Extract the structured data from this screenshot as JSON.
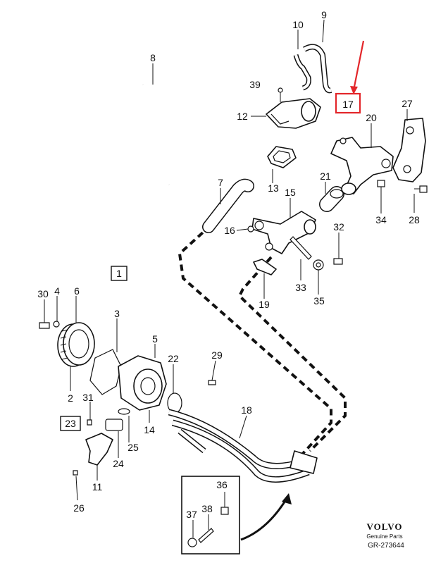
{
  "diagram": {
    "part_numbers": [
      "1",
      "2",
      "3",
      "4",
      "5",
      "6",
      "7",
      "8",
      "9",
      "10",
      "11",
      "12",
      "13",
      "14",
      "15",
      "16",
      "17",
      "18",
      "19",
      "20",
      "21",
      "22",
      "23",
      "24",
      "25",
      "26",
      "27",
      "28",
      "29",
      "30",
      "31",
      "32",
      "33",
      "34",
      "35",
      "36",
      "37",
      "38",
      "39"
    ],
    "boxed_labels": [
      "1",
      "23"
    ],
    "highlighted_part": "17",
    "highlight_color": "#e3262a"
  },
  "footer": {
    "brand": "VOLVO",
    "subtitle": "Genuine Parts",
    "code": "GR-273644"
  }
}
